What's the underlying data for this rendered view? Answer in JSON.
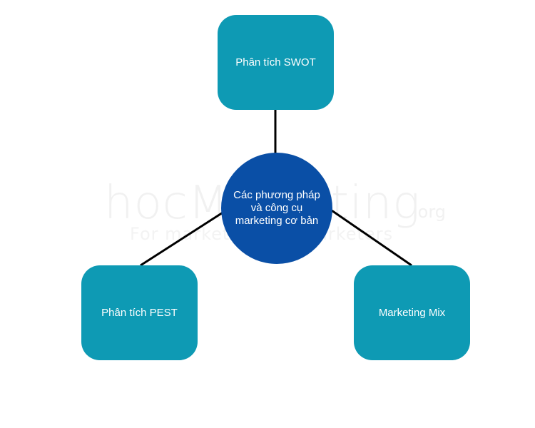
{
  "watermark": {
    "brand": "hocMarketing",
    "domain": ".org",
    "tagline": "For marketers, by marketers"
  },
  "diagram": {
    "center": {
      "lines": [
        "Các phương pháp",
        "và công cụ",
        "marketing cơ bản"
      ]
    },
    "nodes": {
      "top": "Phân tích SWOT",
      "left": "Phân tích PEST",
      "right": "Marketing Mix"
    }
  },
  "colors": {
    "node_fill": "#0e9ab4",
    "center_fill": "#0a4fa6",
    "connector": "#000000",
    "text": "#ffffff"
  }
}
